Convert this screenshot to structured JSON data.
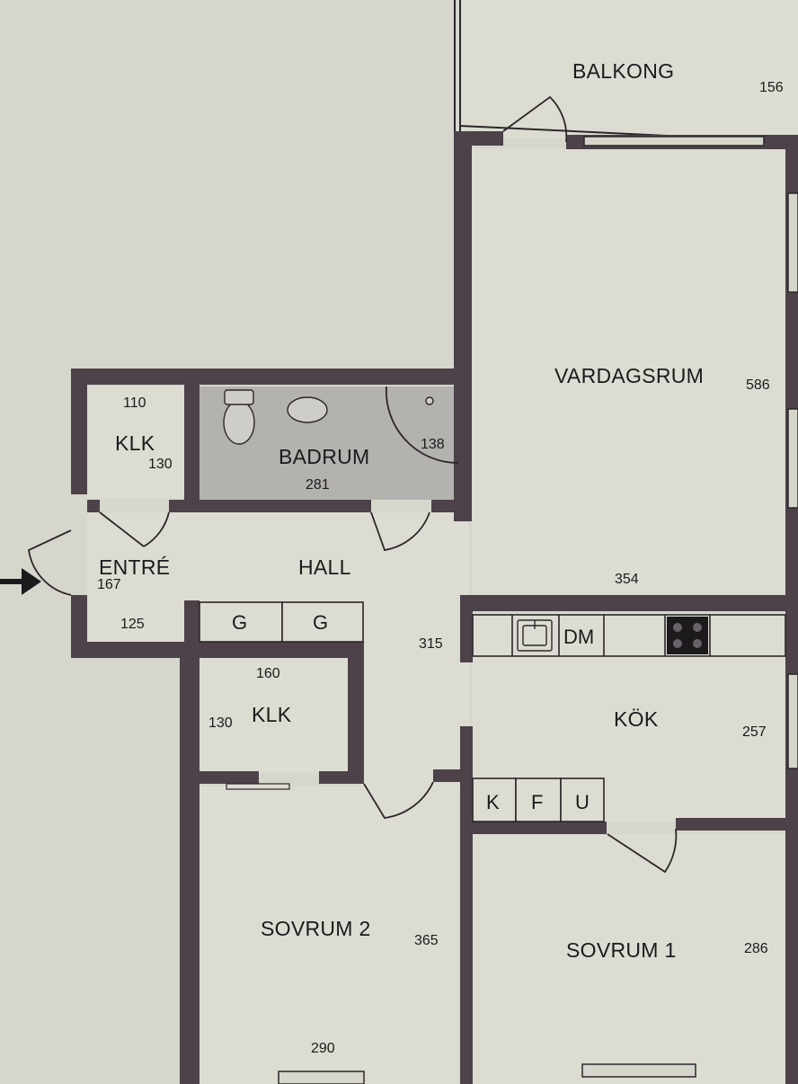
{
  "rooms": {
    "balkong": {
      "name": "BALKONG",
      "dim": "156"
    },
    "vardagsrum": {
      "name": "VARDAGSRUM",
      "dim_width": "586",
      "dim_depth": "354"
    },
    "klk_entry": {
      "name": "KLK",
      "dim_top": "110",
      "dim_side": "130"
    },
    "badrum": {
      "name": "BADRUM",
      "dim_bottom": "281",
      "dim_shower": "138"
    },
    "entre": {
      "name": "ENTRÉ",
      "dim": "167",
      "dim_bottom": "125"
    },
    "hall": {
      "name": "HALL",
      "dim": "315"
    },
    "klk_hall": {
      "name": "KLK",
      "dim_top": "160",
      "dim_side": "130"
    },
    "kok": {
      "name": "KÖK",
      "dim": "257"
    },
    "sovrum2": {
      "name": "SOVRUM 2",
      "dim_side": "365",
      "dim_bottom": "290"
    },
    "sovrum1": {
      "name": "SOVRUM 1",
      "dim": "286"
    }
  },
  "fixtures": {
    "wardrobe_1": "G",
    "wardrobe_2": "G",
    "dishwasher": "DM",
    "fridge_k": "K",
    "fridge_f": "F",
    "fridge_u": "U"
  },
  "colors": {
    "background": "#d6d6cc",
    "wall": "#4d4249",
    "floor": "#dcdcd2",
    "bathroom": "#b4b2ae",
    "lines": "#2b2629"
  }
}
